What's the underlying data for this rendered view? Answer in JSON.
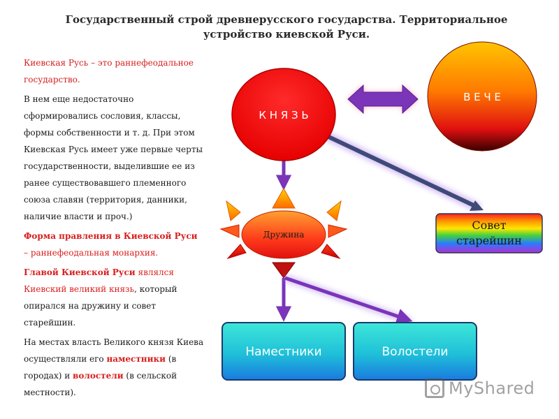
{
  "title_line1": "Государственный строй древнерусского государства. Территориальное",
  "title_line2": "устройство киевской Руси.",
  "text": {
    "p1_red": "Киевская Русь – это раннефеодальное государство.",
    "p2": "В нем еще недостаточно сформировались сословия, классы, формы собственности и т. д. При этом Киевская Русь имеет уже первые черты государственности, выделившие ее из ранее существовавшего племенного союза славян (территория, данники, наличие власти и проч.)",
    "p3_bold": "Форма правления в Киевской Руси",
    "p3_rest": " – раннефеодальная монархия.",
    "p4_bold": "Главой Киевской Руси",
    "p4_mid": " являлся ",
    "p4_red": "Киевский великий князь",
    "p4_rest": ", который опирался на дружину и совет старейшин.",
    "p5_a": "На местах власть Великого князя Киева осуществляли его ",
    "p5_b": "наместники",
    "p5_c": " (в городах) и ",
    "p5_d": "волостели",
    "p5_e": " (в сельской местности)."
  },
  "nodes": {
    "knyaz": "К Н Я З Ь",
    "veche": "В Е Ч Е",
    "druzhina": "Дружина",
    "sovet_1": "Совет",
    "sovet_2": "старейшин",
    "namestniki": "Наместники",
    "volosteli": "Волостели"
  },
  "logo": {
    "brand": "MyShared"
  },
  "colors": {
    "knyaz_red": "#ee1111",
    "accent_purple": "#7a35b8",
    "teal": "#22cfd6",
    "text_red": "#d81e1e"
  }
}
